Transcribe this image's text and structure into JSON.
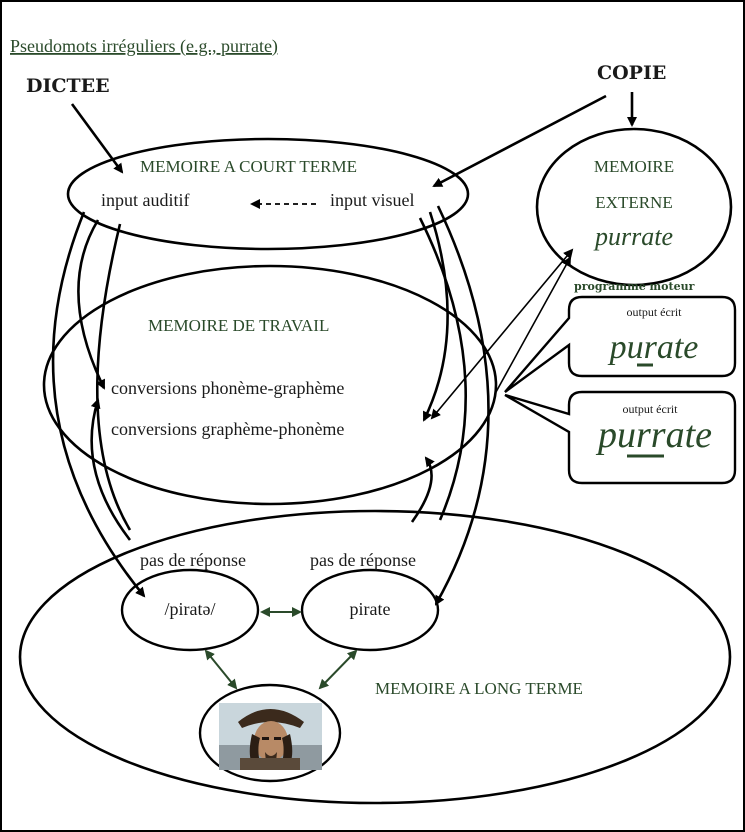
{
  "title": "Pseudomots irréguliers (e.g., purrate)",
  "inputs": {
    "dictee": "DICTEE",
    "copie": "COPIE"
  },
  "short_term": {
    "label": "MEMOIRE A COURT TERME",
    "auditory": "input auditif",
    "visual": "input visuel"
  },
  "external": {
    "line1": "MEMOIRE",
    "line2": "EXTERNE",
    "word": "purrate"
  },
  "motor": {
    "label": "programme moteur",
    "output1": {
      "label": "output écrit",
      "word": "purate"
    },
    "output2": {
      "label": "output écrit",
      "word": "purrate"
    }
  },
  "working": {
    "label": "MEMOIRE DE TRAVAIL",
    "pg": "conversions phonème-graphème",
    "gp": "conversions graphème-phonème"
  },
  "long_term": {
    "label": "MEMOIRE A LONG TERME",
    "no_response_1": "pas de réponse",
    "no_response_2": "pas de réponse",
    "phonological": "/piratə/",
    "orthographic": "pirate",
    "image": "pirate-portrait"
  },
  "colors": {
    "ink": "#000000",
    "accent": "#2a4a2a",
    "background": "#ffffff"
  }
}
